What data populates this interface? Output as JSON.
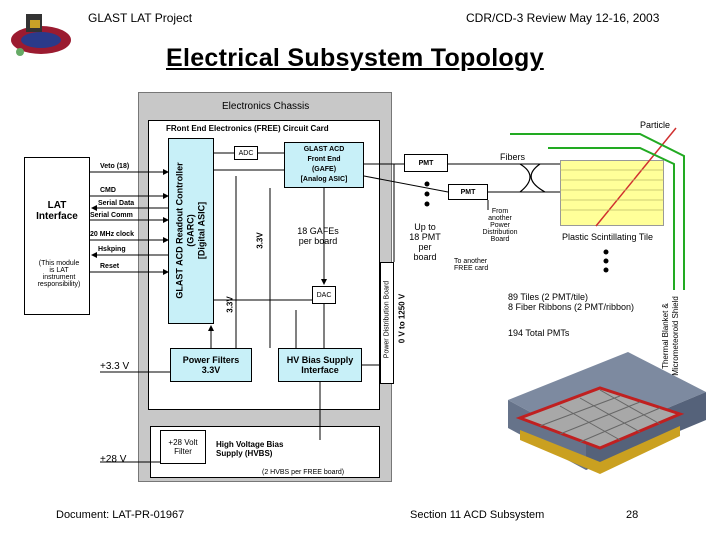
{
  "header": {
    "project": "GLAST LAT Project",
    "review": "CDR/CD-3 Review May 12-16, 2003",
    "title": "Electrical Subsystem Topology"
  },
  "diagram": {
    "chassis_label": "Electronics Chassis",
    "free_card_label": "FRont End Electronics (FREE) Circuit Card",
    "lat_interface": "LAT\nInterface",
    "lat_note": "(This module\nis LAT\ninstrument\nresponsibility)",
    "signals": [
      "Veto (18)",
      "CMD",
      "Serial Data",
      "Serial Comm",
      "20 MHz clock",
      "Hskping",
      "Reset"
    ],
    "garc": "GLAST ACD Readout Controller\n(GARC)\n[Digital ASIC]",
    "garc_voltage": "3.3V",
    "adc": "ADC",
    "gafe": "GLAST ACD\nFront End\n(GAFE)\n[Analog ASIC]",
    "gafe_voltage": "3.3V",
    "gafe_count": "18 GAFEs\nper board",
    "dac": "DAC",
    "pmt1": "PMT",
    "pmt2": "PMT",
    "pmt_count": "Up to\n18 PMT\nper\nboard",
    "from_board": "From\nanother\nPower\nDistribution\nBoard",
    "to_free": "To another\nFREE card",
    "power_dist_board": "Power Distribution Board",
    "voltage_range": "0 V to 1250 V",
    "power_filters": "Power Filters\n3.3V",
    "hv_bias": "HV Bias Supply\nInterface",
    "plus33": "+3.3 V",
    "plus28": "+28 V",
    "filter28": "+28 Volt\nFilter",
    "hvbs": "High Voltage Bias\nSupply (HVBS)",
    "hvbs_note": "(2 HVBS per FREE board)",
    "fibers": "Fibers",
    "particle": "Particle",
    "tile": "Plastic Scintillating Tile",
    "tiles_info": "89 Tiles (2 PMT/tile)\n8 Fiber Ribbons (2 PMT/ribbon)",
    "total_pmts": "194 Total PMTs",
    "shield": "Thermal Blanket &\nMicrometeoroid Shield"
  },
  "footer": {
    "document": "Document:   LAT-PR-01967",
    "section": "Section 11 ACD Subsystem",
    "page": "28"
  },
  "colors": {
    "chassis": "#c8c8c8",
    "cyan": "#c8f0f8",
    "tile": "#ffff99",
    "shield": "#22aa22"
  }
}
